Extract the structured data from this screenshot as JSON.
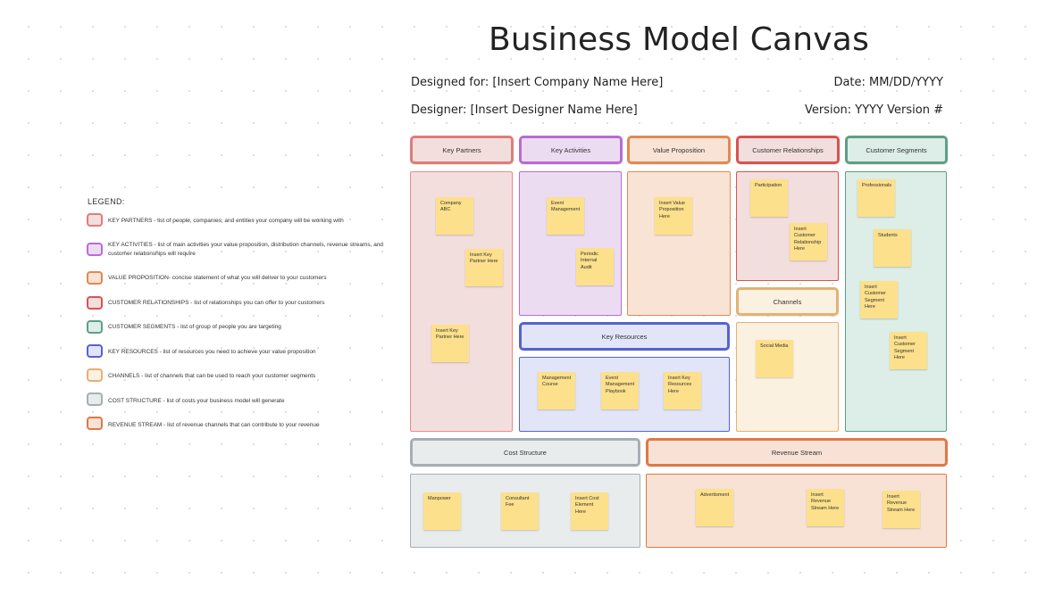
{
  "title": "Business Model Canvas",
  "designed_for": "Designed for: [Insert Company Name Here]",
  "date": "Date: MM/DD/YYYY",
  "designer": "Designer: [Insert Designer Name Here]",
  "version": "Version: YYYY Version #",
  "colors": {
    "key_partners": "#df7c7c",
    "key_activities": "#b86bd6",
    "value_proposition": "#e08a52",
    "customer_relationships": "#d9534f",
    "customer_segments": "#5f9e86",
    "key_resources": "#5563d1",
    "channels": "#e3b272",
    "cost_structure": "#a8adb2",
    "revenue_stream": "#e07845",
    "sticky": "#fde08b"
  },
  "sections": {
    "key_partners": {
      "header": "Key Partners",
      "notes": [
        "Company\nABC",
        "Insert Key\nPartner Here",
        "Insert Key\nPartner Here"
      ]
    },
    "key_activities": {
      "header": "Key Activities",
      "notes": [
        "Event\nManagement",
        "Periodic\nInternal Audit"
      ]
    },
    "value_proposition": {
      "header": "Value Proposition",
      "notes": [
        "Insert Value\nProposition\nHere"
      ]
    },
    "customer_relationships": {
      "header": "Customer Relationships",
      "notes": [
        "Participation",
        "Insert\nCustomer\nRelationship\nHere"
      ]
    },
    "customer_segments": {
      "header": "Customer Segments",
      "notes": [
        "Professionals",
        "Students",
        "Insert\nCustomer\nSegment\nHere",
        "Insert\nCustomer\nSegment\nHere"
      ]
    },
    "key_resources": {
      "header": "Key Resources",
      "notes": [
        "Management\nCourse",
        "Event\nManagement\nPlaybook",
        "Insert Key\nResources\nHere"
      ]
    },
    "channels": {
      "header": "Channels",
      "notes": [
        "Social Media"
      ]
    },
    "cost_structure": {
      "header": "Cost Structure",
      "notes": [
        "Manpower",
        "Consultant\nFee",
        "Insert Cost\nElement Here"
      ]
    },
    "revenue_stream": {
      "header": "Revenue Stream",
      "notes": [
        "Advertisment",
        "Insert\nRevenue\nStream Here",
        "Insert\nRevenue\nStream Here"
      ]
    }
  },
  "legend": {
    "title": "LEGEND:",
    "items": [
      "KEY PARTNERS - list of people, companies, and entities your company will be working with",
      "KEY ACTIVITIES - list of main activities your value proposition, distribution channels, revenue streams, and customer relationships will require",
      "VALUE PROPOSITION- concise statement of what you will deliver to your customers",
      "CUSTOMER RELATIONSHIPS - list of relationships you can offer to your customers",
      "CUSTOMER SEGMENTS - list of group of people you are targeting",
      "KEY RESOURCES - list of resources you need to achieve your value proposition",
      "CHANNELS - list of channels that can be used to reach your customer segments",
      "COST STRUCTURE - list of costs your business model will generate",
      "REVENUE STREAM - list of revenue channels that can contribute to your revenue"
    ]
  }
}
